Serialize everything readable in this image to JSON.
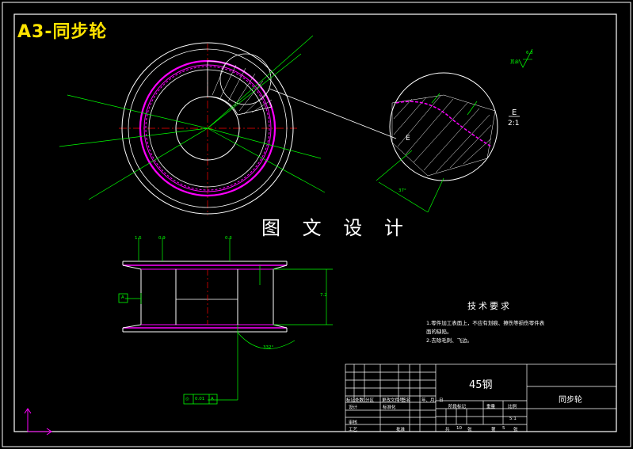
{
  "drawing": {
    "title": "A3-同步轮",
    "watermark": "图 文 设 计",
    "detail_letter": "E",
    "detail_scale": "2:1",
    "surface_symbol": "6.3",
    "surface_note": "其余"
  },
  "tech_requirements": {
    "title": "技术要求",
    "lines": [
      "1.零件加工表面上，不应有划痕、擦伤等损伤零件表",
      "面的缺陷。",
      "2.去除毛刺、飞边。"
    ]
  },
  "title_block": {
    "material": "45钢",
    "part_name": "同步轮",
    "scale": "5:1",
    "header_labels": [
      "标记",
      "处数",
      "分区",
      "更改文件号",
      "签名",
      "年、月、日"
    ],
    "row_labels": [
      "设计",
      "标准化",
      "审核",
      "工艺",
      "批准"
    ],
    "stage_labels": [
      "阶段标记",
      "重量",
      "比例"
    ],
    "sheet_info": [
      "共",
      "10",
      "张",
      "第",
      "5",
      "张"
    ]
  },
  "dimensions": {
    "tolerance_frame": [
      "◎",
      "0.01",
      "A"
    ],
    "datum": "A",
    "height": "7.2",
    "top_dims": [
      "1.5",
      "0.9",
      "0.3"
    ],
    "angle_bottom": "332°",
    "angle_detail": "37°"
  },
  "colors": {
    "outline": "#ffffff",
    "dimension": "#00ff00",
    "hidden": "#ff00ff",
    "centerline": "#ff0000",
    "title": "#ffe300",
    "background": "#000000"
  }
}
